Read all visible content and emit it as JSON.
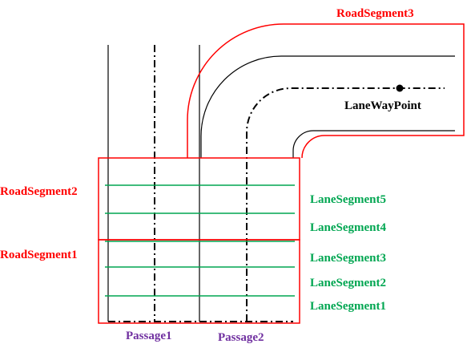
{
  "labels": {
    "road_segment_3": "RoadSegment3",
    "road_segment_2": "RoadSegment2",
    "road_segment_1": "RoadSegment1",
    "lane_way_point": "LaneWayPoint",
    "lane_segment_5": "LaneSegment5",
    "lane_segment_4": "LaneSegment4",
    "lane_segment_3": "LaneSegment3",
    "lane_segment_2": "LaneSegment2",
    "lane_segment_1": "LaneSegment1",
    "passage_1": "Passage1",
    "passage_2": "Passage2"
  },
  "colors": {
    "road_segment": "#ff0000",
    "lane_segment": "#00a651",
    "passage": "#7030a0",
    "line": "#000000"
  }
}
